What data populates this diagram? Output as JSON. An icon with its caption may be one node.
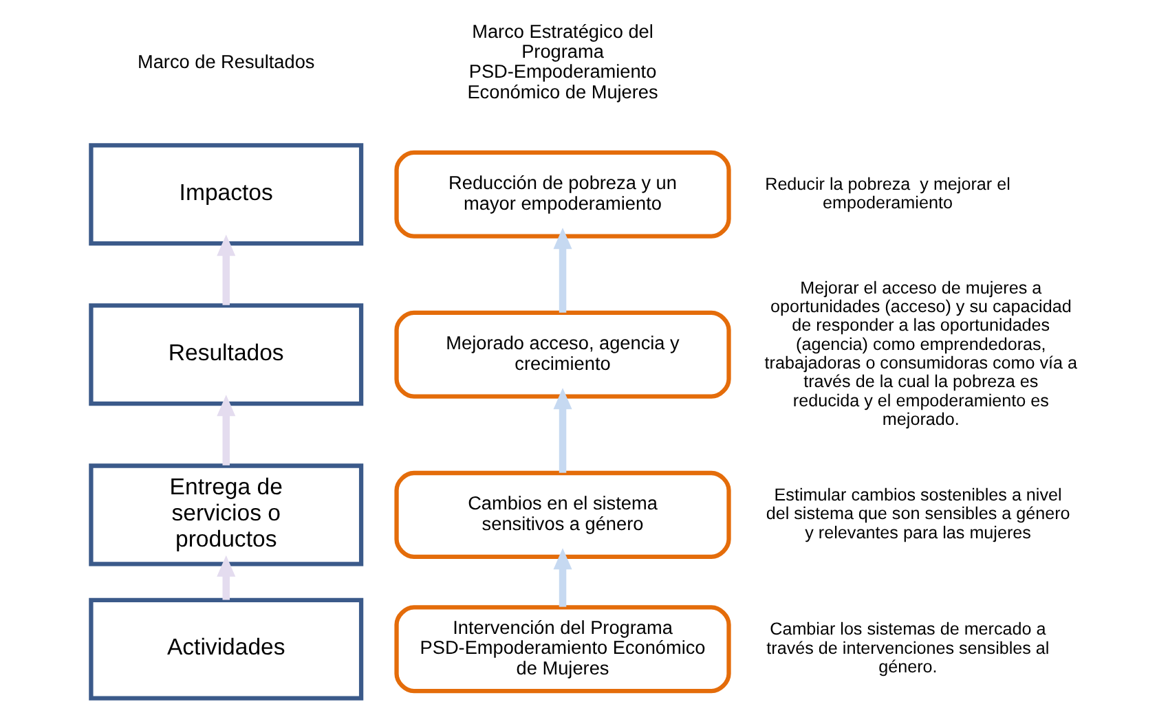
{
  "diagram": {
    "nodes": [
      {
        "text": [
          "Impactos"
        ]
      },
      {
        "text": [
          "Reducción de pobreza y un mayor empoderamiento"
        ],
        "beside": [
          "Reducir la pobreza  y mejorar el empoderamiento"
        ]
      },
      {
        "text": [
          "Resultados"
        ]
      },
      {
        "text": [
          "Mejorado acceso, agencia y crecimiento"
        ],
        "beside": [
          "Mejorar el acceso de mujeres a oportunidades (acceso) y su capacidad de responder a las oportunidades (agencia) como emprendedoras, trabajadoras o consumidoras como vía a través de la cual la pobreza es reducida y el empoderamiento es mejorado."
        ]
      },
      {
        "text": [
          "Entrega de servicios o productos"
        ]
      },
      {
        "text": [
          "Cambios en el sistema sensitivos a género"
        ],
        "beside": [
          "Estimular cambios sostenibles a nivel del sistema que son sensibles a género y relevantes para las mujeres"
        ]
      },
      {
        "text": [
          "Actividades"
        ]
      },
      {
        "text": [
          "Intervención del Programa PSD-Empoderamiento Económico de Mujeres"
        ],
        "beside": [
          "Cambiar los sistemas de mercado a través de intervenciones sensibles al género."
        ]
      }
    ],
    "edges": [
      {
        "from": 6,
        "to": 4,
        "arrow": "to",
        "color": "#e4dcef"
      },
      {
        "from": 4,
        "to": 2,
        "arrow": "to",
        "color": "#e4dcef"
      },
      {
        "from": 2,
        "to": 0,
        "arrow": "to",
        "color": "#e4dcef"
      },
      {
        "from": 7,
        "to": 5,
        "arrow": "to",
        "color": "#c6d9f1"
      },
      {
        "from": 5,
        "to": 3,
        "arrow": "to",
        "color": "#c6d9f1"
      },
      {
        "from": 3,
        "to": 1,
        "arrow": "to",
        "color": "#c6d9f1"
      }
    ],
    "labels": [
      "Marco de Resultados",
      "Marco Estratégico del Programa PSD-Empoderamiento Económico de Mujeres"
    ]
  }
}
